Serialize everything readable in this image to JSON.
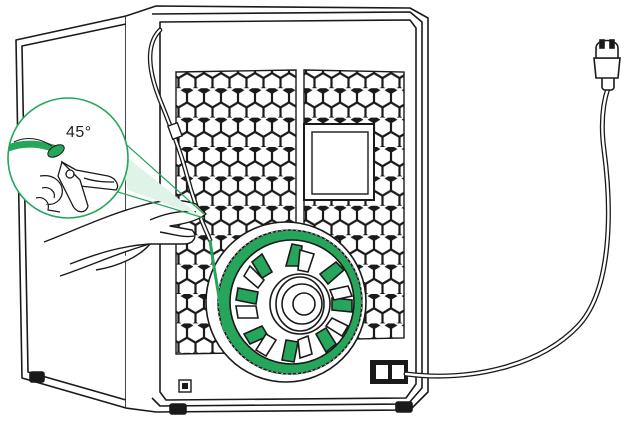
{
  "diagram": {
    "callout": {
      "angle_text": "45°"
    },
    "colors": {
      "line": "#1a1a1a",
      "accent": "#26a65b",
      "accent_light": "#dff3e6",
      "body": "#ffffff"
    },
    "parts": [
      "printer-enclosure-icon",
      "honeycomb-vent-panel",
      "display-window",
      "filament-spool-icon",
      "filament-tube",
      "power-inlet-icon",
      "power-cable",
      "power-plug-icon",
      "hand-cutting-filament",
      "side-cutter-icon",
      "zoom-callout"
    ]
  }
}
